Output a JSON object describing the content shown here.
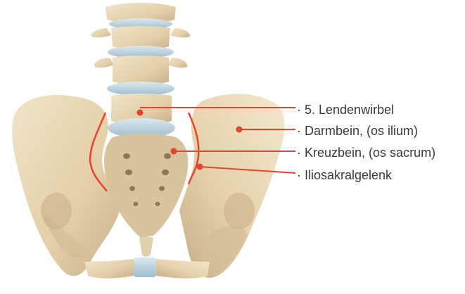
{
  "colors": {
    "leader_line": "#e8432f",
    "bone": "#e9d9b8",
    "bone_shadow": "#c7b089",
    "disc": "#c3d8e3",
    "joint_line": "#e8432f",
    "label_text": "#3a3a3a"
  },
  "figure": {
    "image_semantic": "pelvis-anatomy-illustration"
  },
  "labels": [
    {
      "id": "lendenwirbel",
      "text": "· 5. Lendenwirbel"
    },
    {
      "id": "darmbein",
      "text": "· Darmbein, (os ilium)"
    },
    {
      "id": "kreuzbein",
      "text": "· Kreuzbein, (os sacrum)"
    },
    {
      "id": "iliosakralgelenk",
      "text": "· Iliosakralgelenk"
    }
  ]
}
